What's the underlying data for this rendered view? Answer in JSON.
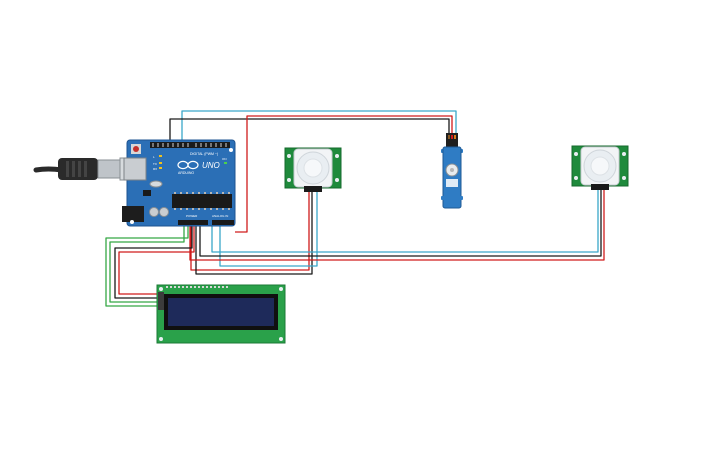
{
  "board": {
    "brand": "UNO",
    "subtitle": "ARDUINO",
    "digital_label": "DIGITAL (PWM ~)",
    "power_label": "POWER",
    "analog_label": "ANALOG IN",
    "on_label": "ON",
    "tx_label": "TX",
    "rx_label": "RX",
    "l_label": "L"
  },
  "components": {
    "usb": "usb-cable-icon",
    "lcd": "lcd-16x2-icon",
    "pir": "pir-sensor-icon",
    "servo": "servo-motor-icon"
  },
  "wire_colors": {
    "red": "#d01c1c",
    "black": "#1a1a1a",
    "cyan": "#3aa7c9",
    "green": "#35a845",
    "gray": "#9a9a9a",
    "orange": "#d97a1a"
  },
  "colors": {
    "board": "#2b6fb6",
    "board_dark": "#1e5390",
    "pcb_green": "#1f8a3c",
    "lcd_screen": "#1e2a5a",
    "pir_dome": "#e9eef2",
    "servo_body": "#2f7cc4"
  }
}
